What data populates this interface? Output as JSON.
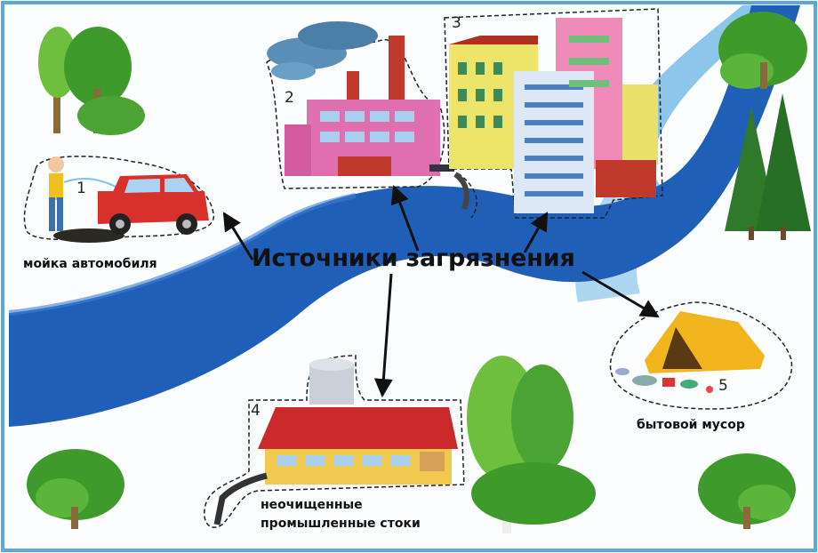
{
  "title": "Источники загрязнения",
  "sources": [
    {
      "number": "1",
      "label": "мойка автомобиля"
    },
    {
      "number": "2",
      "label": ""
    },
    {
      "number": "3",
      "label": ""
    },
    {
      "number": "4",
      "label": "неочищенные промышленные стоки"
    },
    {
      "number": "5",
      "label": "бытовой мусор"
    }
  ],
  "colors": {
    "river": "#1f5fb8",
    "river_light": "#8cc6ea",
    "border": "#5aa9de",
    "arrow": "#111111",
    "factory": "#e06fb0",
    "barn_roof": "#cc2a2a",
    "tent": "#f2b51e",
    "car": "#d8312c",
    "tree": "#4aa332"
  }
}
